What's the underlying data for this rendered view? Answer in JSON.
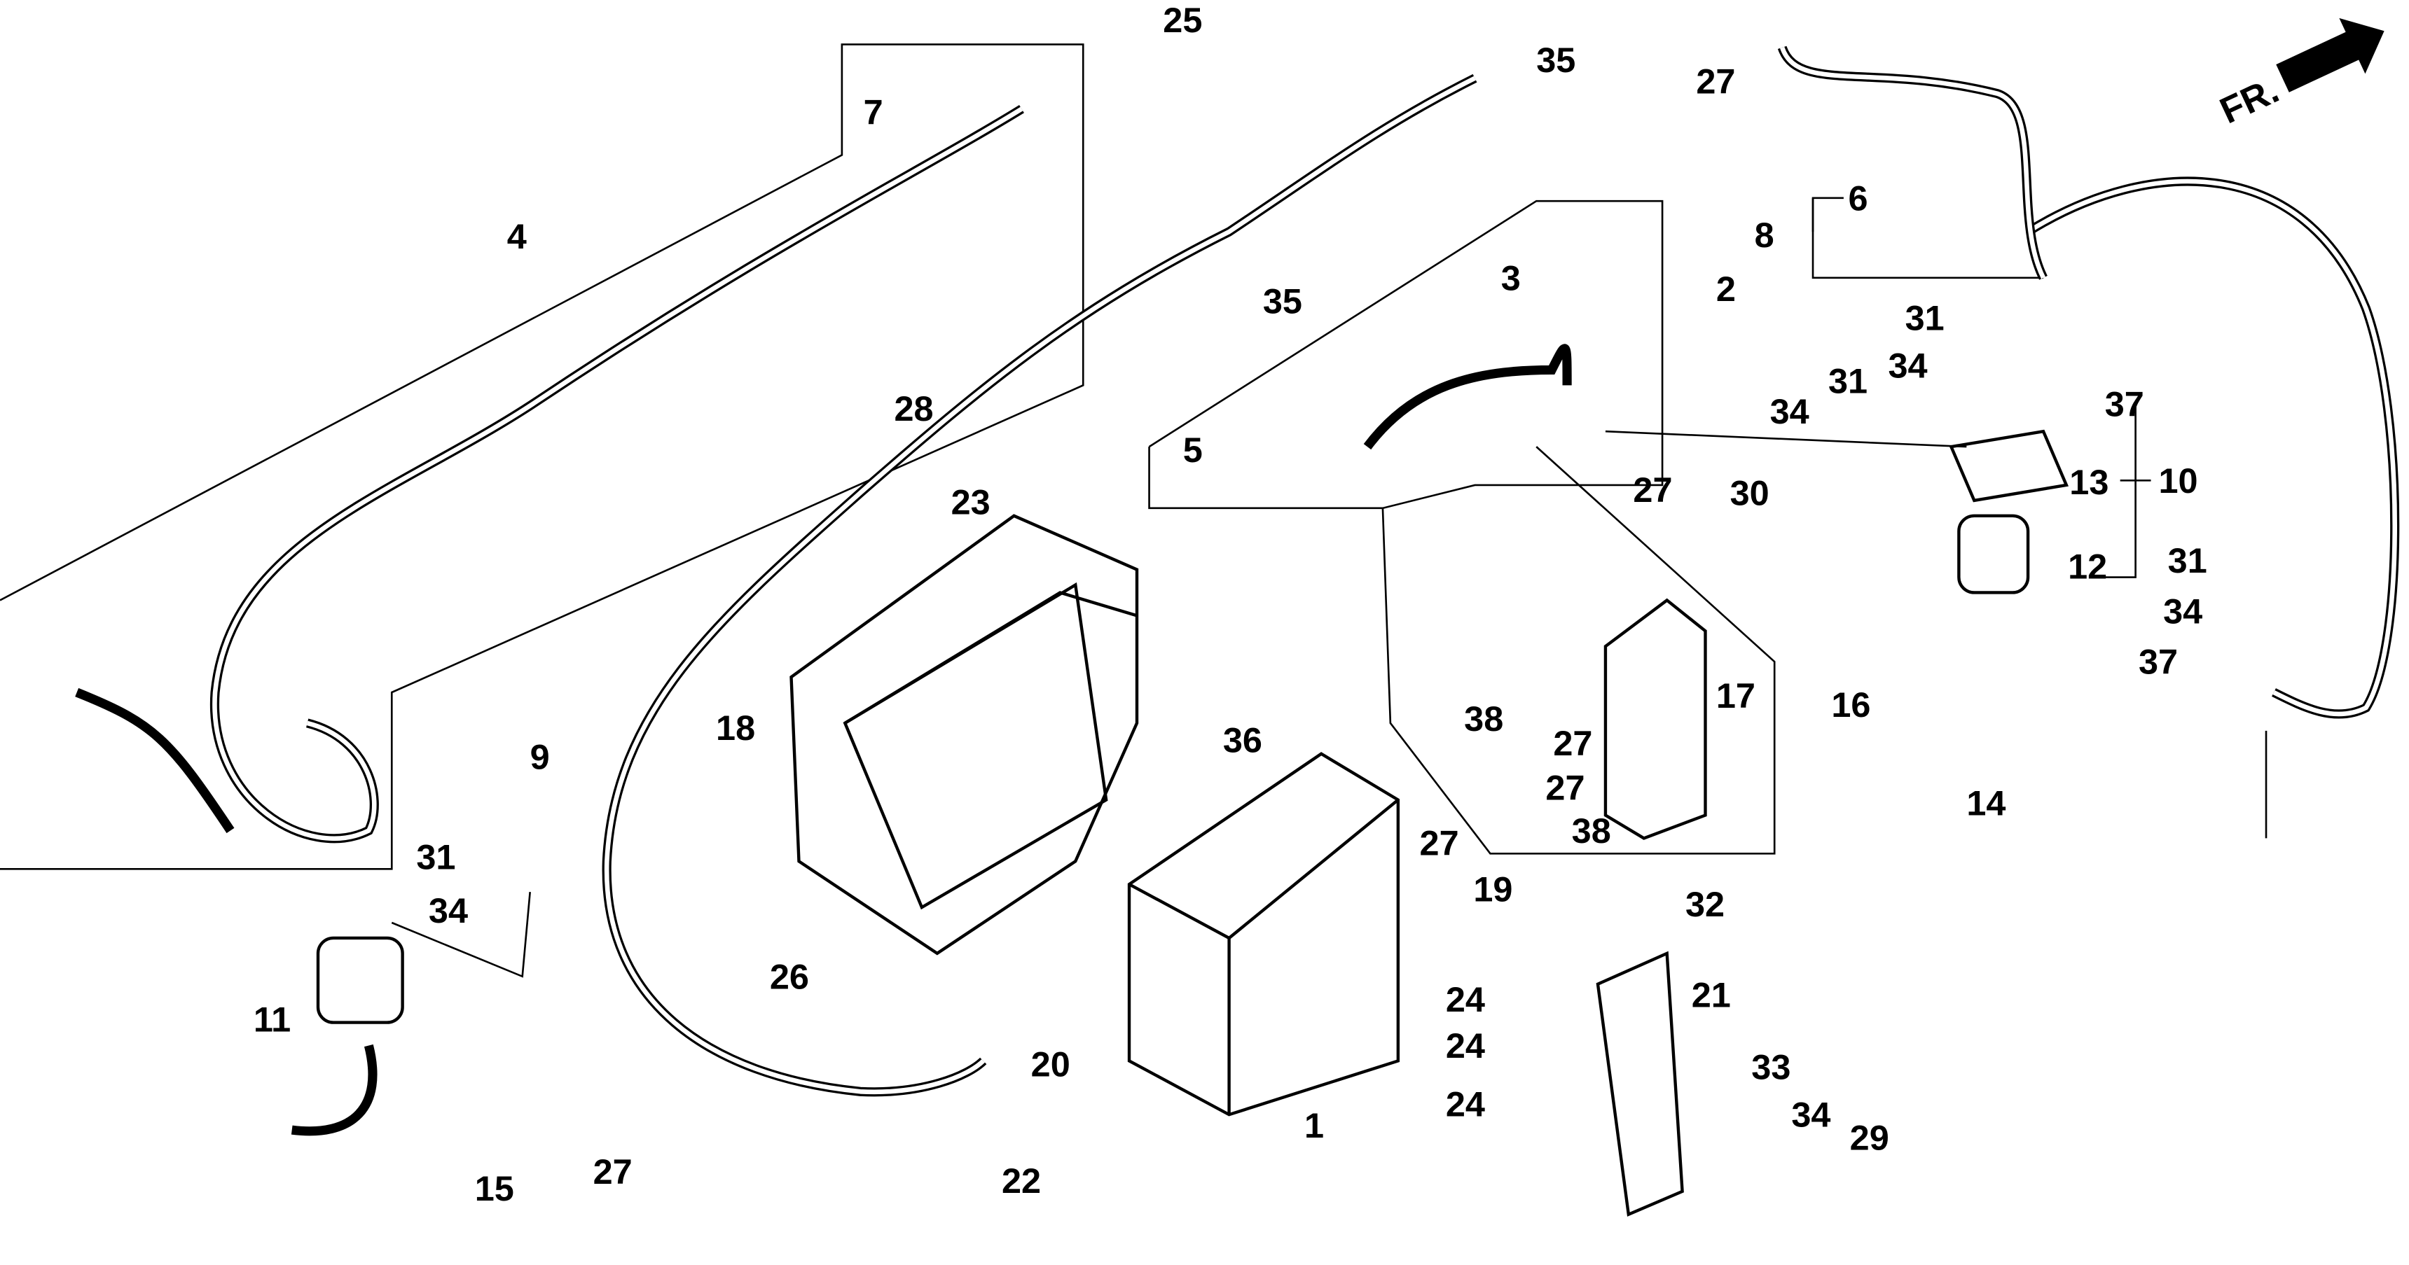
{
  "diagram": {
    "front_indicator": "FR.",
    "callouts": [
      "25",
      "7",
      "4",
      "35",
      "27",
      "6",
      "8",
      "3",
      "2",
      "35",
      "31",
      "34",
      "31",
      "34",
      "37",
      "28",
      "5",
      "13",
      "10",
      "27",
      "30",
      "23",
      "12",
      "31",
      "34",
      "37",
      "17",
      "16",
      "18",
      "36",
      "9",
      "27",
      "38",
      "14",
      "27",
      "38",
      "27",
      "31",
      "34",
      "19",
      "32",
      "26",
      "21",
      "24",
      "11",
      "24",
      "20",
      "33",
      "24",
      "1",
      "34",
      "29",
      "27",
      "22",
      "15"
    ]
  }
}
